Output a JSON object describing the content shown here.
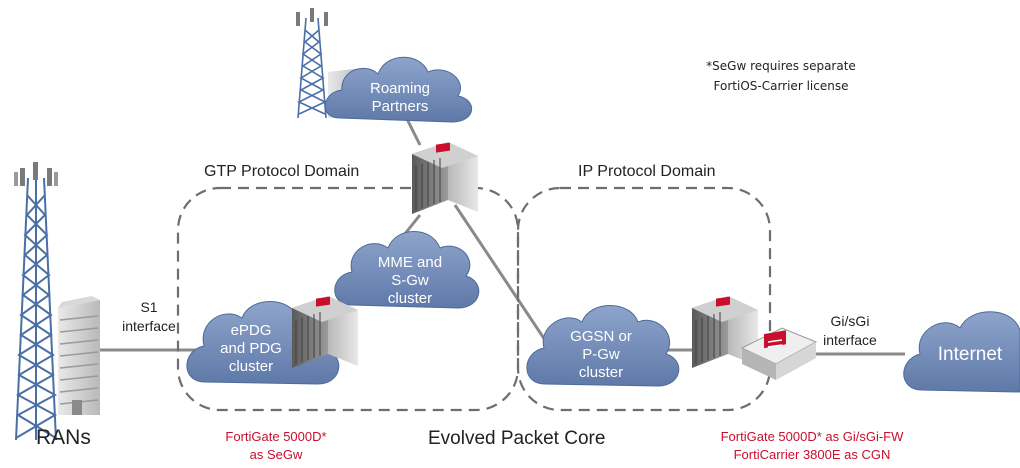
{
  "note": {
    "line1": "*SeGw requires  separate",
    "line2": "FortiOS-Carrier license"
  },
  "domains": {
    "gtp": "GTP Protocol Domain",
    "ip": "IP Protocol Domain"
  },
  "clouds": {
    "roaming": {
      "line1": "Roaming",
      "line2": "Partners"
    },
    "mme": {
      "line1": "MME and",
      "line2": "S-Gw",
      "line3": "cluster"
    },
    "epdg": {
      "line1": "ePDG",
      "line2": "and PDG",
      "line3": "cluster"
    },
    "ggsn": {
      "line1": "GGSN or",
      "line2": "P-Gw",
      "line3": "cluster"
    },
    "internet": {
      "label": "Internet"
    }
  },
  "interfaces": {
    "s1": {
      "line1": "S1",
      "line2": "interface"
    },
    "gi": {
      "line1": "Gi/sGi",
      "line2": "interface"
    }
  },
  "bottom": {
    "rans": "RANs",
    "core": "Evolved Packet Core",
    "fg_segw": {
      "line1": "FortiGate 5000D*",
      "line2": "as SeGw"
    },
    "fg_gi": {
      "line1": "FortiGate 5000D* as Gi/sGi-FW",
      "line2": "FortiCarrier 3800E as CGN"
    }
  },
  "colors": {
    "cloud": "#6d87b5",
    "cloud_edge": "#4f6a99",
    "link": "#8a8a8a",
    "dash": "#6e6e6e",
    "tower": "#4a6fa6",
    "fortinet_red": "#c8102e"
  }
}
